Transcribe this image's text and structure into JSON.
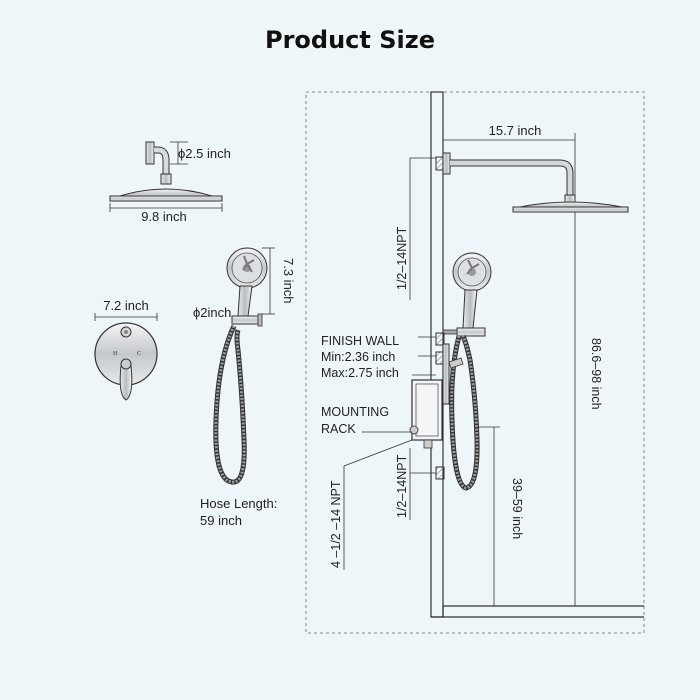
{
  "title": "Product Size",
  "dimensions": {
    "showerhead_arm_diameter": "ϕ2.5 inch",
    "showerhead_width": "9.8 inch",
    "handheld_length": "7.3 inch",
    "handheld_holder_diameter": "ϕ2inch",
    "valve_plate_width": "7.2 inch",
    "hose_length_line1": "Hose Length:",
    "hose_length_line2": "59 inch",
    "arm_reach": "15.7 inch",
    "top_npt": "1/2–14NPT",
    "finish_wall": "FINISH WALL",
    "finish_wall_min": "Min:2.36 inch",
    "finish_wall_max": "Max:2.75 inch",
    "mounting_rack_line1": "MOUNTING",
    "mounting_rack_line2": "RACK",
    "bottom_npt": "1/2–14NPT",
    "valve_npt": "4 –1/2 –14 NPT",
    "showerhead_height": "86.6–98 inch",
    "holder_height": "39–59 inch"
  },
  "valve_marks": {
    "hot": "H",
    "cold": "C"
  },
  "colors": {
    "background": "#eef6fa",
    "line": "#333333",
    "metal": "#c8ccd0",
    "dash": "#888888"
  }
}
